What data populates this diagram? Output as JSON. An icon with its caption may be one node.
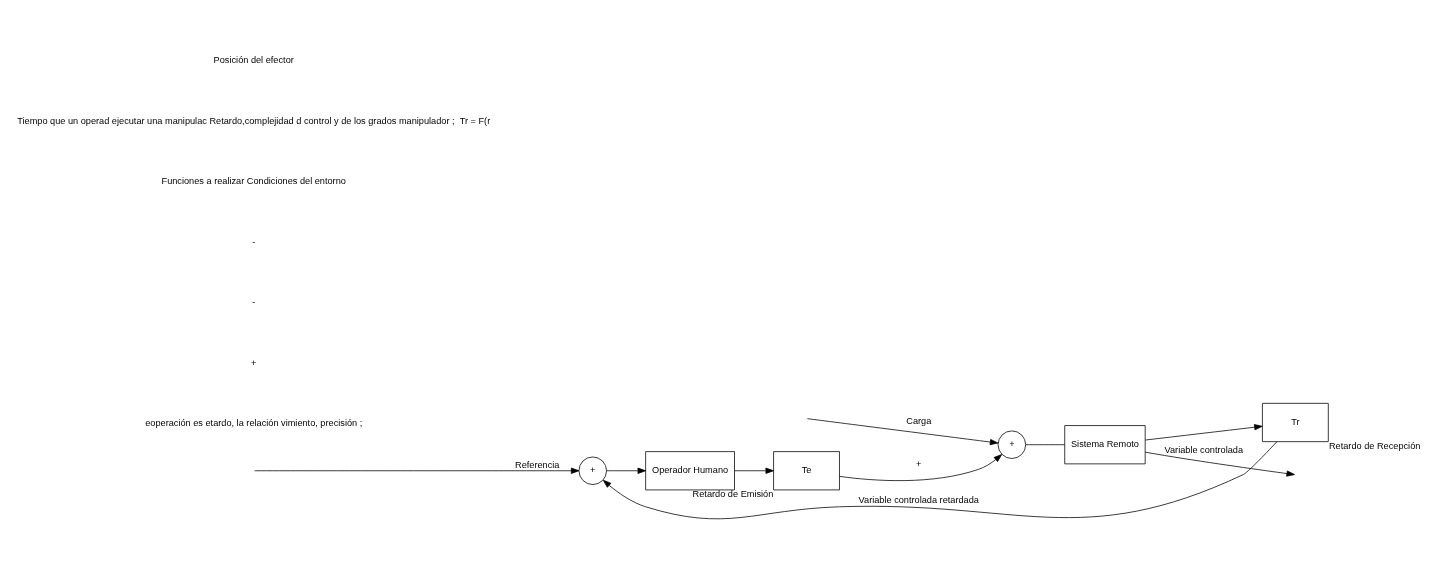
{
  "diagram": {
    "nodes": [
      {
        "text": [
          "+"
        ]
      },
      {
        "text": [
          "Operador Humano"
        ]
      },
      {
        "text": [
          "Te"
        ],
        "beside": [
          "Retardo de Emisión"
        ]
      },
      {
        "text": [
          "+"
        ]
      },
      {
        "text": [
          "Sistema Remoto"
        ]
      },
      {
        "text": [
          "Tr"
        ],
        "beside": [
          "Retardo de Recepción"
        ]
      }
    ],
    "edges": [
      {
        "from": null,
        "to": 0,
        "arrow": "to",
        "label": "Referencia"
      },
      {
        "from": 0,
        "to": 1,
        "arrow": "to"
      },
      {
        "from": 1,
        "to": 2,
        "arrow": "to"
      },
      {
        "from": 2,
        "to": 3,
        "arrow": "to",
        "label": "+"
      },
      {
        "from": null,
        "to": 3,
        "arrow": "to",
        "label": "Carga"
      },
      {
        "from": 3,
        "to": 4,
        "arrow": "none"
      },
      {
        "from": 4,
        "to": null,
        "arrow": "to",
        "label": "Variable controlada"
      },
      {
        "from": 4,
        "to": 5,
        "arrow": "to"
      },
      {
        "from": 5,
        "to": 0,
        "arrow": "to",
        "label": "Variable controlada retardada"
      }
    ],
    "labels": [
      "eoperación es etardo, la relación vimiento, precisión ;",
      "+",
      "-",
      "-",
      "Funciones a realizar Condiciones del entorno",
      "Tiempo que un operad ejecutar una manipulac Retardo,complejidad d control y de los grados manipulador ;  Tr = F(r",
      "Posición del efector"
    ]
  }
}
